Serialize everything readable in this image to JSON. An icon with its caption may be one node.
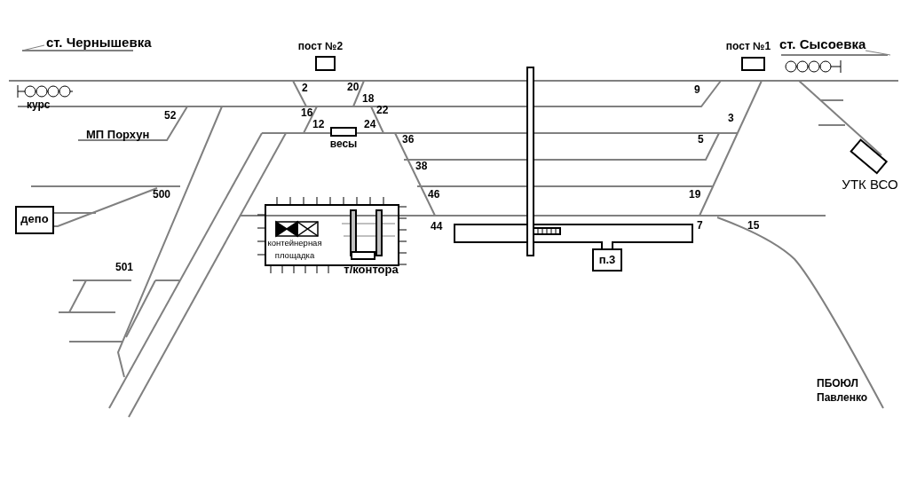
{
  "diagram": {
    "nodes": [
      {
        "text": [
          "пост №2"
        ]
      },
      {
        "text": [
          "пост №1"
        ]
      },
      {
        "text": [
          "весы"
        ]
      },
      {
        "text": [
          "депо"
        ]
      },
      {
        "text": [
          "контейнерная площадка"
        ]
      },
      {
        "text": [
          "т/контора"
        ],
        "in": 4
      },
      {
        "text": [
          "п.3"
        ]
      },
      {
        "text": [
          "УТК ВСО"
        ]
      }
    ],
    "edges": [],
    "labels": [
      "ст. Чернышевка",
      "ст. Сысоевка",
      "курс",
      "2",
      "20",
      "18",
      "9",
      "52",
      "16",
      "22",
      "12",
      "24",
      "3",
      "МП Порхун",
      "36",
      "5",
      "38",
      "500",
      "46",
      "19",
      "44",
      "7",
      "15",
      "501",
      "ПБОЮЛ Павленко"
    ]
  }
}
